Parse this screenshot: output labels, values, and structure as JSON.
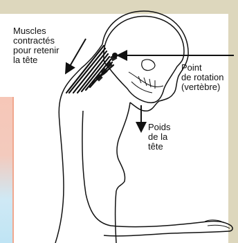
{
  "labels": {
    "muscles": "Muscles\ncontractés\npour retenir\nla tête",
    "pivot": "Point\nde rotation\n(vertèbre)",
    "weight": "Poids\nde la\ntête"
  },
  "colors": {
    "frame": "#ddd7bd",
    "line": "#111111",
    "background": "#ffffff"
  }
}
